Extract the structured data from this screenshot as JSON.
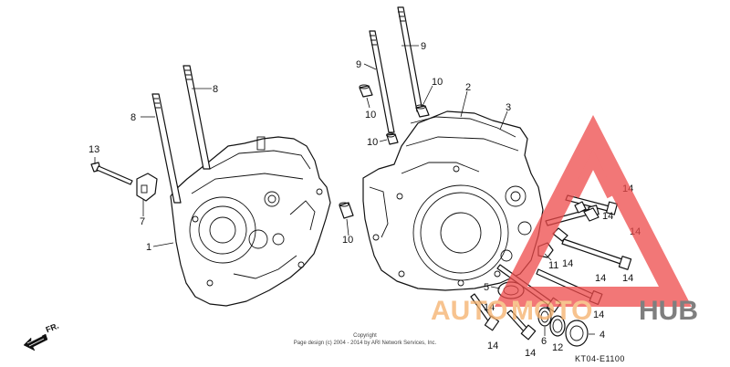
{
  "diagram": {
    "callouts": {
      "c1": "1",
      "c2": "2",
      "c3": "3",
      "c4": "4",
      "c5": "5",
      "c6": "6",
      "c7": "7",
      "c8a": "8",
      "c8b": "8",
      "c9a": "9",
      "c9b": "9",
      "c10a": "10",
      "c10b": "10",
      "c10c": "10",
      "c10d": "10",
      "c11": "11",
      "c12": "12",
      "c13": "13",
      "c14a": "14",
      "c14b": "14",
      "c14c": "14",
      "c14d": "14",
      "c14e": "14",
      "c14f": "14",
      "c14g": "14",
      "c14h": "14",
      "c14i": "14",
      "c14j": "14"
    },
    "direction_label": "FR.",
    "copyright_line1": "Copyright",
    "copyright_line2": "Page design (c) 2004 - 2014 by ARI Network Services, Inc.",
    "diagram_code": "KT04-E1100"
  },
  "watermark": {
    "text_auto": "AUTO",
    "text_moto": "MOTO",
    "text_hub": "HUB",
    "colors": {
      "orange": "#f5b06a",
      "red": "#ee4a4a",
      "gray": "#555555"
    }
  }
}
